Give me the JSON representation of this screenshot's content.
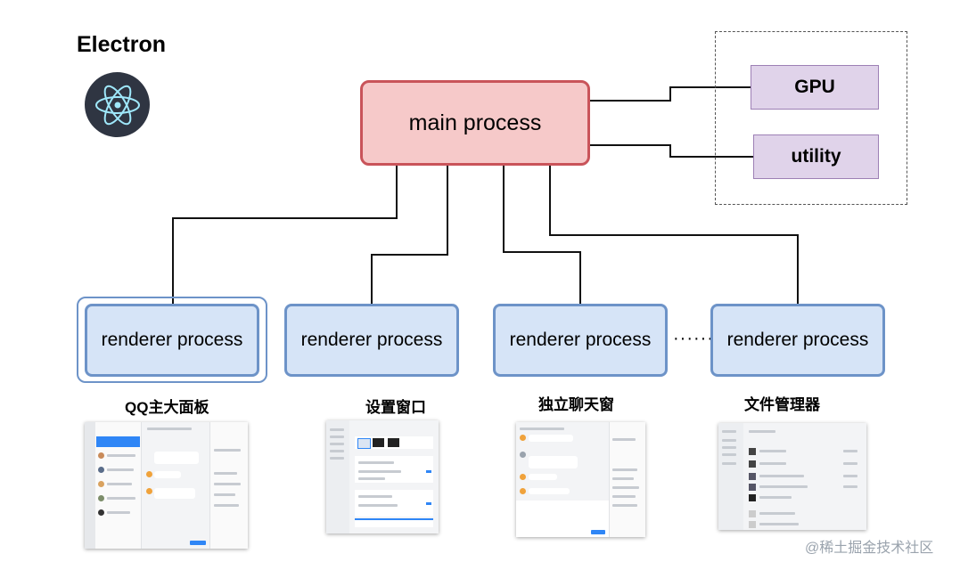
{
  "title": "Electron",
  "logo": {
    "icon": "electron-atom-icon",
    "background": "#2f3542",
    "stroke": "#9fe8fb"
  },
  "main_process": {
    "label": "main process",
    "fill": "#f6c9c9",
    "border": "#c9545a"
  },
  "auxiliary": [
    {
      "label": "GPU"
    },
    {
      "label": "utility"
    }
  ],
  "aux_colors": {
    "fill": "#e0d3ea",
    "border": "#9d80b5"
  },
  "renderers": [
    {
      "label": "renderer process",
      "caption": "QQ主大面板"
    },
    {
      "label": "renderer process",
      "caption": "设置窗口"
    },
    {
      "label": "renderer process",
      "caption": "独立聊天窗"
    },
    {
      "label": "renderer process",
      "caption": "文件管理器"
    }
  ],
  "renderer_colors": {
    "fill": "#d6e4f7",
    "border": "#6d93c8"
  },
  "ellipsis": "·······",
  "watermark": "@稀土掘金技术社区"
}
